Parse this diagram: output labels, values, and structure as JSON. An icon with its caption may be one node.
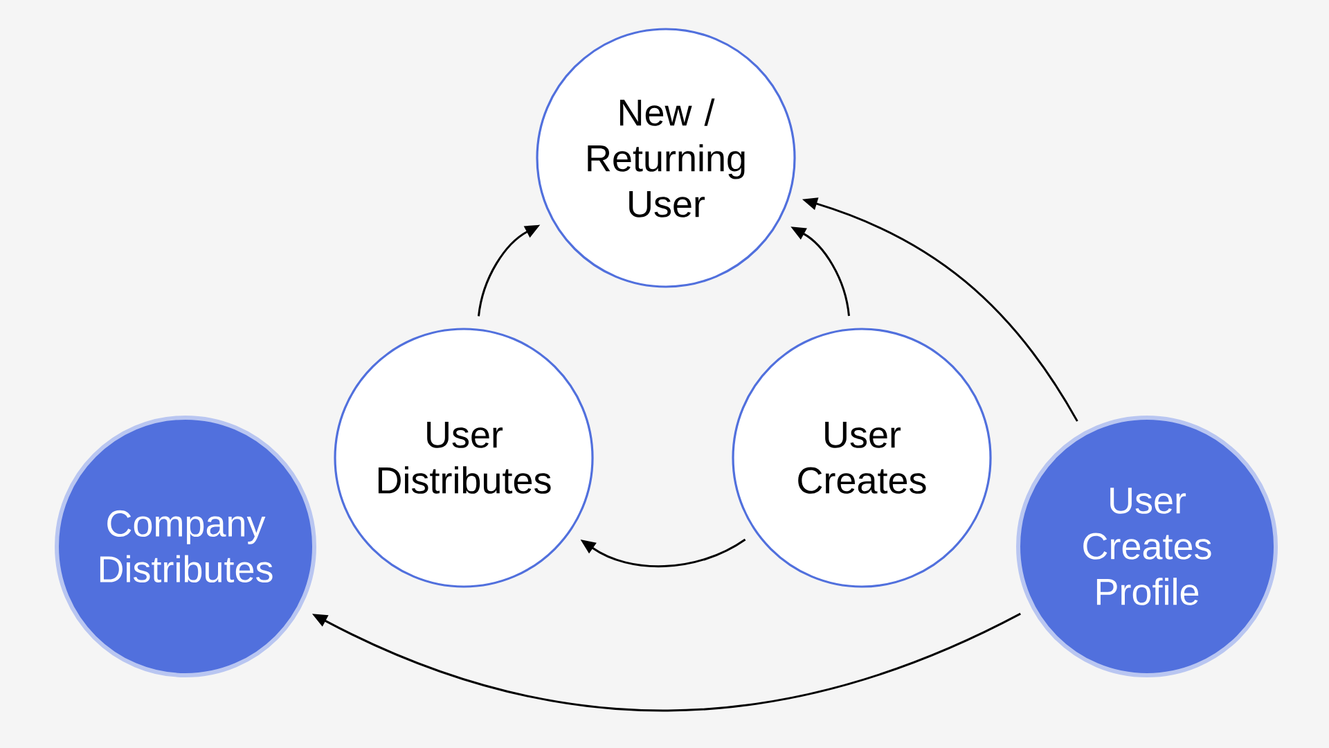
{
  "diagram": {
    "nodes": [
      {
        "text": [
          "New / Returning User"
        ]
      },
      {
        "text": [
          "Company Distributes"
        ]
      },
      {
        "text": [
          "User Distributes"
        ]
      },
      {
        "text": [
          "User Creates"
        ]
      },
      {
        "text": [
          "User Creates Profile"
        ]
      }
    ],
    "edges": [
      {
        "from": 2,
        "to": 0,
        "arrow": "to"
      },
      {
        "from": 3,
        "to": 0,
        "arrow": "to"
      },
      {
        "from": 4,
        "to": 0,
        "arrow": "to"
      },
      {
        "from": 3,
        "to": 2,
        "arrow": "to"
      },
      {
        "from": 4,
        "to": 1,
        "arrow": "to"
      }
    ]
  }
}
